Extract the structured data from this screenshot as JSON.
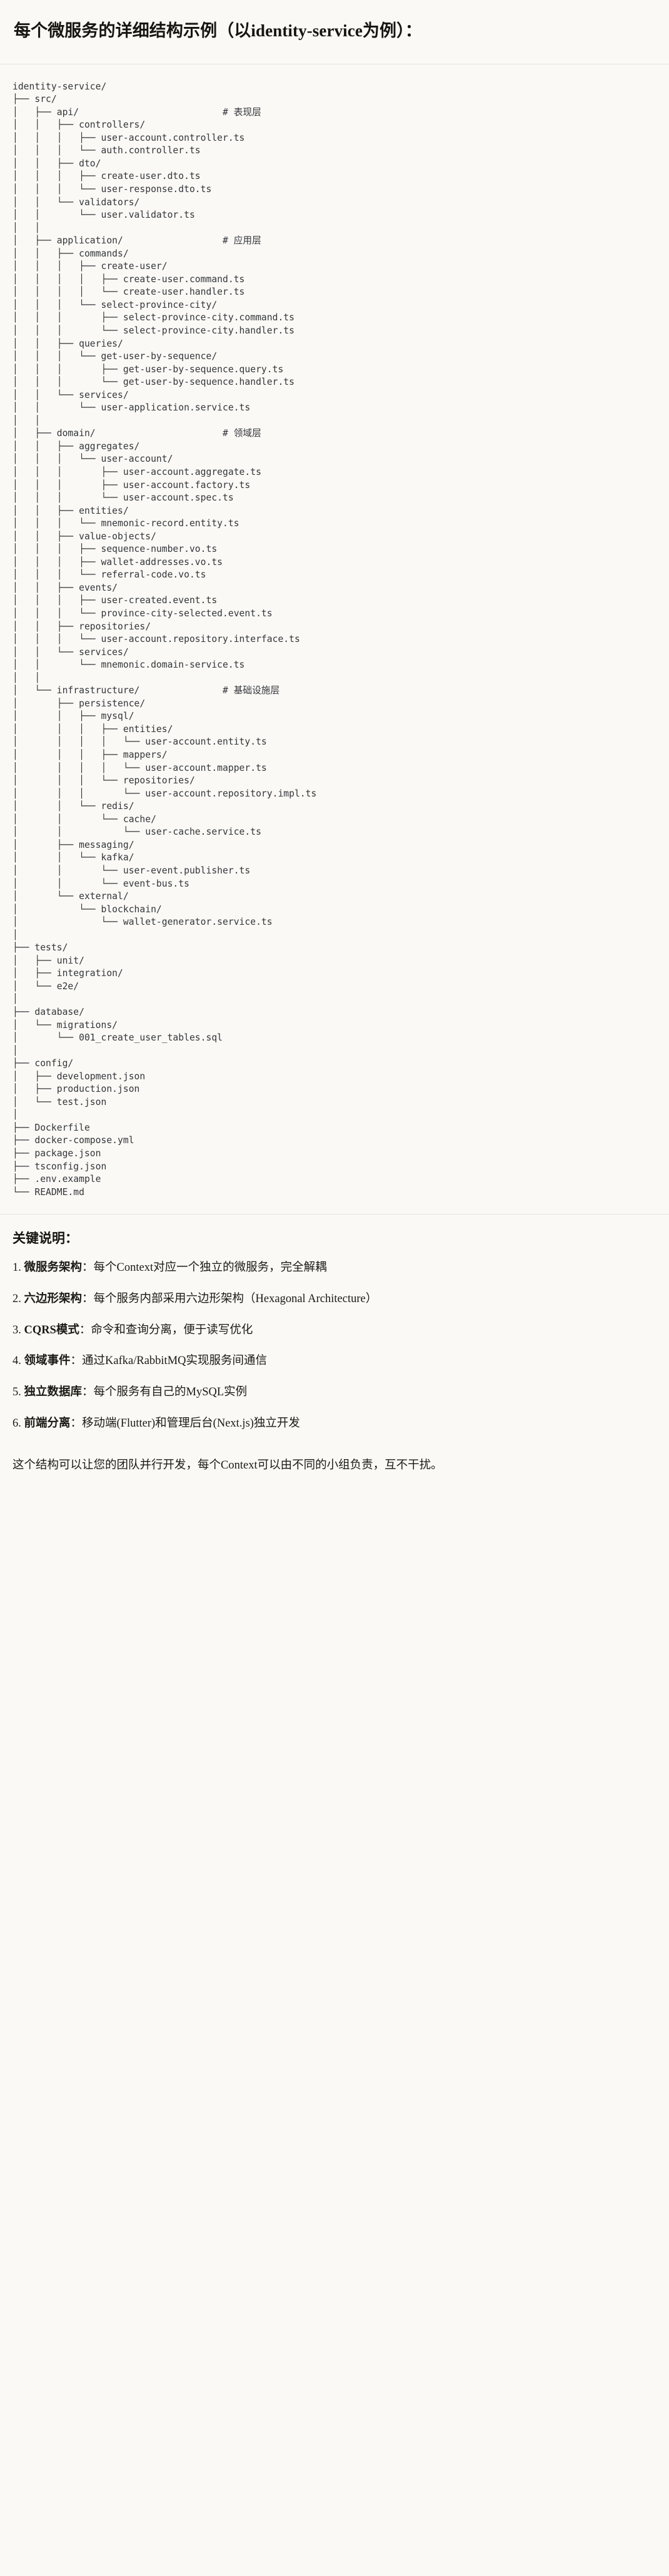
{
  "document": {
    "title": "每个微服务的详细结构示例（以identity-service为例）："
  },
  "code_block": {
    "language": "text",
    "root": "identity-service/",
    "layer_comments": [
      {
        "target": "api/",
        "comment": "# 表现层"
      },
      {
        "target": "application/",
        "comment": "# 应用层"
      },
      {
        "target": "domain/",
        "comment": "# 领域层"
      },
      {
        "target": "infrastructure/",
        "comment": "# 基础设施层"
      }
    ],
    "tree_text": "identity-service/\n├── src/\n│   ├── api/                          # 表现层\n│   │   ├── controllers/\n│   │   │   ├── user-account.controller.ts\n│   │   │   └── auth.controller.ts\n│   │   ├── dto/\n│   │   │   ├── create-user.dto.ts\n│   │   │   └── user-response.dto.ts\n│   │   └── validators/\n│   │       └── user.validator.ts\n│   │\n│   ├── application/                  # 应用层\n│   │   ├── commands/\n│   │   │   ├── create-user/\n│   │   │   │   ├── create-user.command.ts\n│   │   │   │   └── create-user.handler.ts\n│   │   │   └── select-province-city/\n│   │   │       ├── select-province-city.command.ts\n│   │   │       └── select-province-city.handler.ts\n│   │   ├── queries/\n│   │   │   └── get-user-by-sequence/\n│   │   │       ├── get-user-by-sequence.query.ts\n│   │   │       └── get-user-by-sequence.handler.ts\n│   │   └── services/\n│   │       └── user-application.service.ts\n│   │\n│   ├── domain/                       # 领域层\n│   │   ├── aggregates/\n│   │   │   └── user-account/\n│   │   │       ├── user-account.aggregate.ts\n│   │   │       ├── user-account.factory.ts\n│   │   │       └── user-account.spec.ts\n│   │   ├── entities/\n│   │   │   └── mnemonic-record.entity.ts\n│   │   ├── value-objects/\n│   │   │   ├── sequence-number.vo.ts\n│   │   │   ├── wallet-addresses.vo.ts\n│   │   │   └── referral-code.vo.ts\n│   │   ├── events/\n│   │   │   ├── user-created.event.ts\n│   │   │   └── province-city-selected.event.ts\n│   │   ├── repositories/\n│   │   │   └── user-account.repository.interface.ts\n│   │   └── services/\n│   │       └── mnemonic.domain-service.ts\n│   │\n│   └── infrastructure/               # 基础设施层\n│       ├── persistence/\n│       │   ├── mysql/\n│       │   │   ├── entities/\n│       │   │   │   └── user-account.entity.ts\n│       │   │   ├── mappers/\n│       │   │   │   └── user-account.mapper.ts\n│       │   │   └── repositories/\n│       │   │       └── user-account.repository.impl.ts\n│       │   └── redis/\n│       │       └── cache/\n│       │           └── user-cache.service.ts\n│       ├── messaging/\n│       │   └── kafka/\n│       │       └── user-event.publisher.ts\n│       │       └── event-bus.ts\n│       └── external/\n│           └── blockchain/\n│               └── wallet-generator.service.ts\n│\n├── tests/\n│   ├── unit/\n│   ├── integration/\n│   └── e2e/\n│\n├── database/\n│   └── migrations/\n│       └── 001_create_user_tables.sql\n│\n├── config/\n│   ├── development.json\n│   ├── production.json\n│   └── test.json\n│\n├── Dockerfile\n├── docker-compose.yml\n├── package.json\n├── tsconfig.json\n├── .env.example\n└── README.md"
  },
  "key_points": {
    "heading": "关键说明：",
    "items": [
      {
        "term": "微服务架构",
        "separator": "：",
        "description": "每个Context对应一个独立的微服务，完全解耦"
      },
      {
        "term": "六边形架构",
        "separator": "：",
        "description": "每个服务内部采用六边形架构（Hexagonal Architecture）"
      },
      {
        "term": "CQRS模式",
        "separator": "：",
        "description": "命令和查询分离，便于读写优化"
      },
      {
        "term": "领域事件",
        "separator": "：",
        "description": "通过Kafka/RabbitMQ实现服务间通信"
      },
      {
        "term": "独立数据库",
        "separator": "：",
        "description": "每个服务有自己的MySQL实例"
      },
      {
        "term": "前端分离",
        "separator": "：",
        "description": "移动端(Flutter)和管理后台(Next.js)独立开发"
      }
    ],
    "closing": "这个结构可以让您的团队并行开发，每个Context可以由不同的小组负责，互不干扰。"
  }
}
